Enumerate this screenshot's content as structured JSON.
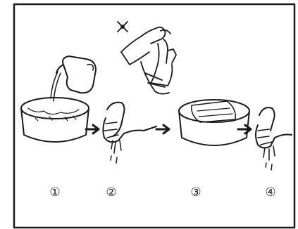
{
  "steps": [
    {
      "label": "①",
      "icon": "pour-water-into-basin-icon"
    },
    {
      "label": "②",
      "icon": "wring-cloth-icon"
    },
    {
      "label": "③",
      "icon": "soak-cloth-in-basin-icon"
    },
    {
      "label": "④",
      "icon": "wring-cloth-again-icon"
    }
  ],
  "forbidden": {
    "mark": "✖",
    "icon": "wrong-twisting-method-icon"
  },
  "colors": {
    "line": "#1a1a1a",
    "background": "#ffffff"
  }
}
